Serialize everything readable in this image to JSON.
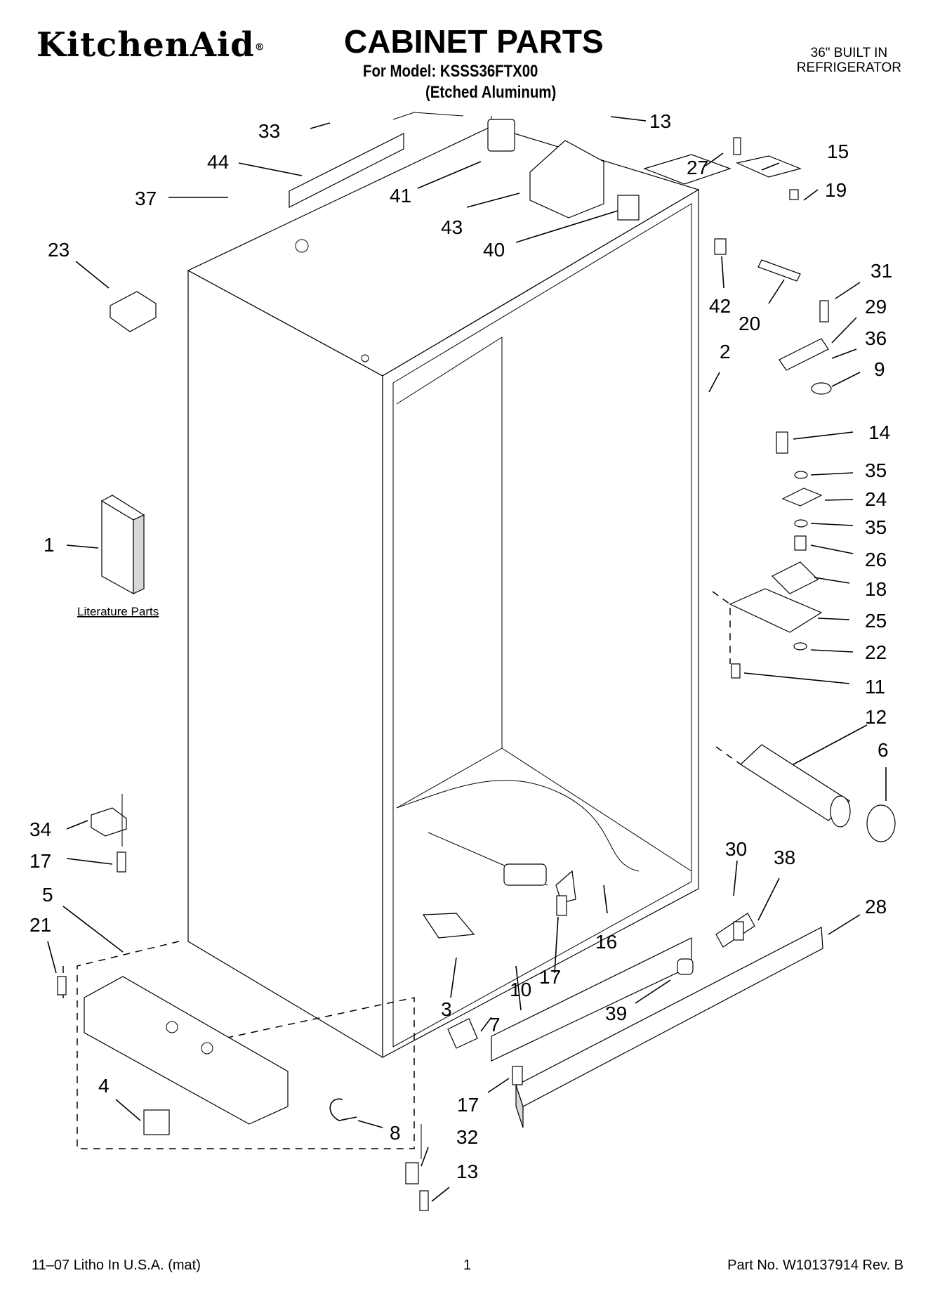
{
  "header": {
    "brand": "KitchenAid",
    "title": "CABINET PARTS",
    "model_line": "For Model: KSSS36FTX00",
    "finish": "(Etched Aluminum)",
    "product_line1": "36\" BUILT IN",
    "product_line2": "REFRIGERATOR"
  },
  "literature_label": "Literature Parts",
  "callouts": [
    "33",
    "44",
    "37",
    "23",
    "41",
    "43",
    "40",
    "13",
    "27",
    "15",
    "19",
    "42",
    "20",
    "31",
    "29",
    "36",
    "9",
    "2",
    "14",
    "35",
    "24",
    "35",
    "26",
    "18",
    "25",
    "22",
    "11",
    "12",
    "6",
    "1",
    "34",
    "17",
    "5",
    "21",
    "30",
    "38",
    "28",
    "3",
    "10",
    "17",
    "16",
    "7",
    "39",
    "17",
    "4",
    "8",
    "32",
    "13"
  ],
  "footer": {
    "left": "11–07 Litho In U.S.A. (mat)",
    "page": "1",
    "part_no": "Part No. W10137914 Rev. B"
  }
}
